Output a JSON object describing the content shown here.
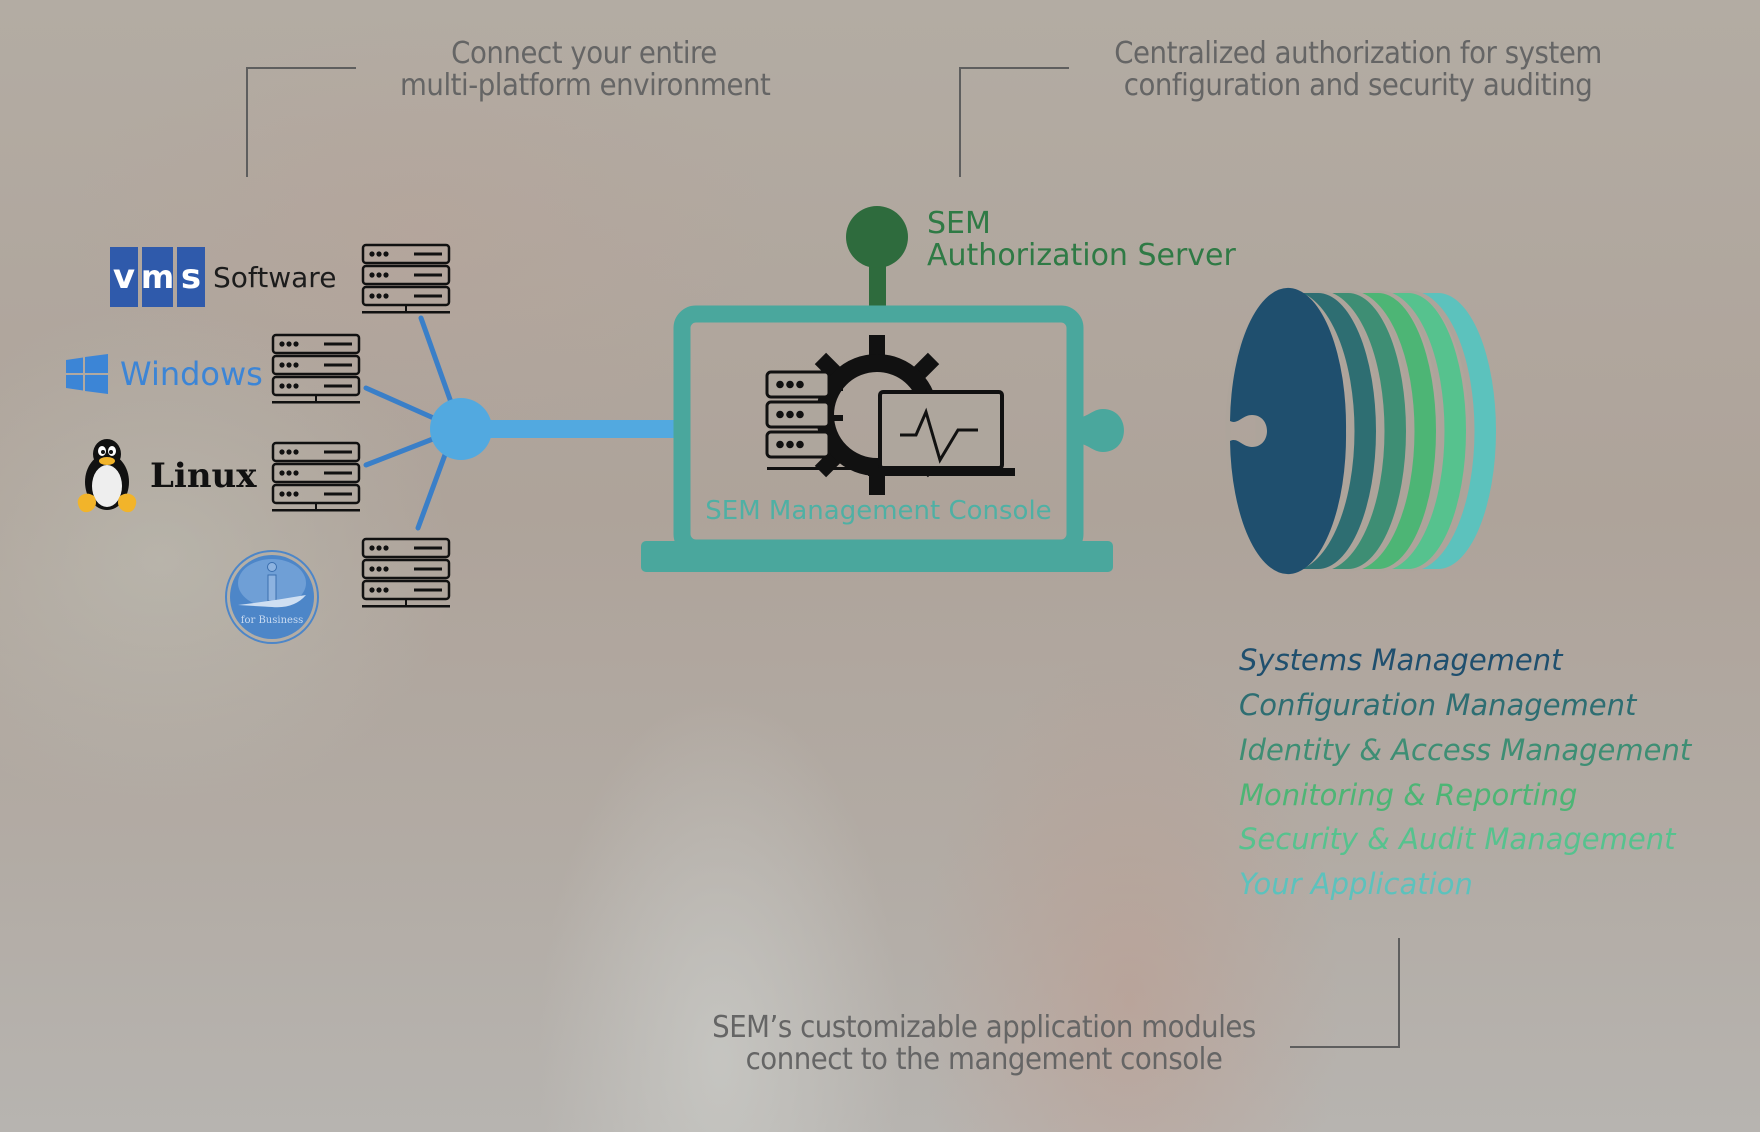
{
  "captions": {
    "platforms": [
      "Connect your entire",
      "multi-platform environment"
    ],
    "authorization": [
      "Centralized authorization for system",
      "configuration and security auditing"
    ],
    "modules": [
      "SEM’s customizable application modules",
      "connect to the mangement console"
    ]
  },
  "auth_server": {
    "label_line1": "SEM",
    "label_line2": "Authorization Server",
    "color": "#2e6b3d"
  },
  "console": {
    "label": "SEM Management Console",
    "color": "#4aa79d"
  },
  "hub": {
    "color": "#52a9e0",
    "spoke_color": "#3a7fc8"
  },
  "platforms": [
    {
      "name": "vms-software",
      "logo_text": "vms",
      "label": "Software",
      "logo_color": "#2f5aab"
    },
    {
      "name": "windows",
      "label": "Windows",
      "color": "#3c85d6"
    },
    {
      "name": "linux",
      "label": "Linux"
    },
    {
      "name": "ibm-i",
      "logo_text": "i",
      "sub_label": "for Business",
      "color": "#4d86c8"
    }
  ],
  "modules": [
    {
      "label": "Systems Management",
      "color": "#1f4f6e"
    },
    {
      "label": "Configuration Management",
      "color": "#2e6e72"
    },
    {
      "label": "Identity & Access Management",
      "color": "#3e8e74"
    },
    {
      "label": "Monitoring & Reporting",
      "color": "#4db575"
    },
    {
      "label": "Security & Audit Management",
      "color": "#56c28e"
    },
    {
      "label": "Your Application",
      "color": "#5cc2bd"
    }
  ]
}
